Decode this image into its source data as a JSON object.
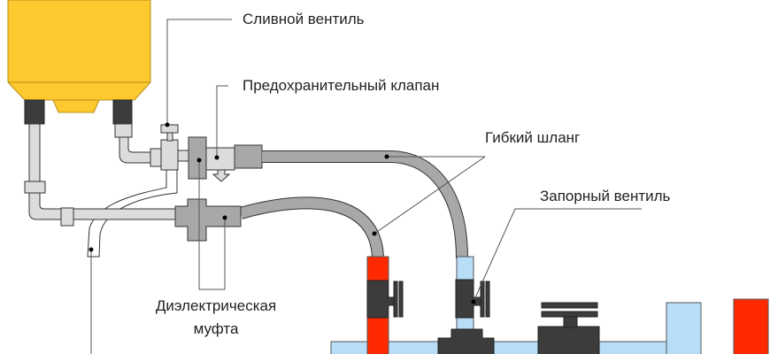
{
  "labels": {
    "drain_valve": "Сливной вентиль",
    "safety_valve": "Предохранительный клапан",
    "flexible_hose": "Гибкий шланг",
    "shutoff_valve": "Запорный вентиль",
    "dielectric_coupling_line1": "Диэлектрическая",
    "dielectric_coupling_line2": "муфта"
  },
  "colors": {
    "tank": "#fdc92f",
    "hot_pipe": "#ff2a00",
    "cold_pipe": "#b7ddf7",
    "fitting_dark": "#3c3c3c",
    "hose": "#a8a8a8",
    "pipe_light": "#dcdcdc"
  }
}
